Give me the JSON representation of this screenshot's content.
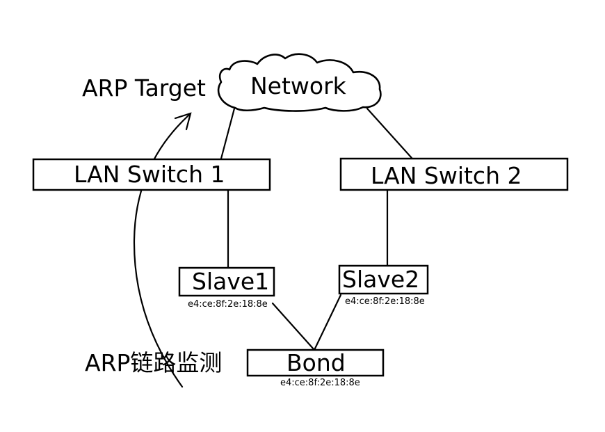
{
  "diagram": {
    "cloud_label": "Network",
    "arp_target_label": "ARP Target",
    "arp_monitor_label": "ARP链路监测",
    "switch1_label": "LAN Switch 1",
    "switch2_label": "LAN Switch 2",
    "slave1_label": "Slave1",
    "slave1_mac": "e4:ce:8f:2e:18:8e",
    "slave2_label": "Slave2",
    "slave2_mac": "e4:ce:8f:2e:18:8e",
    "bond_label": "Bond",
    "bond_mac": "e4:ce:8f:2e:18:8e"
  },
  "colors": {
    "ink": "#000000",
    "background": "#ffffff"
  }
}
